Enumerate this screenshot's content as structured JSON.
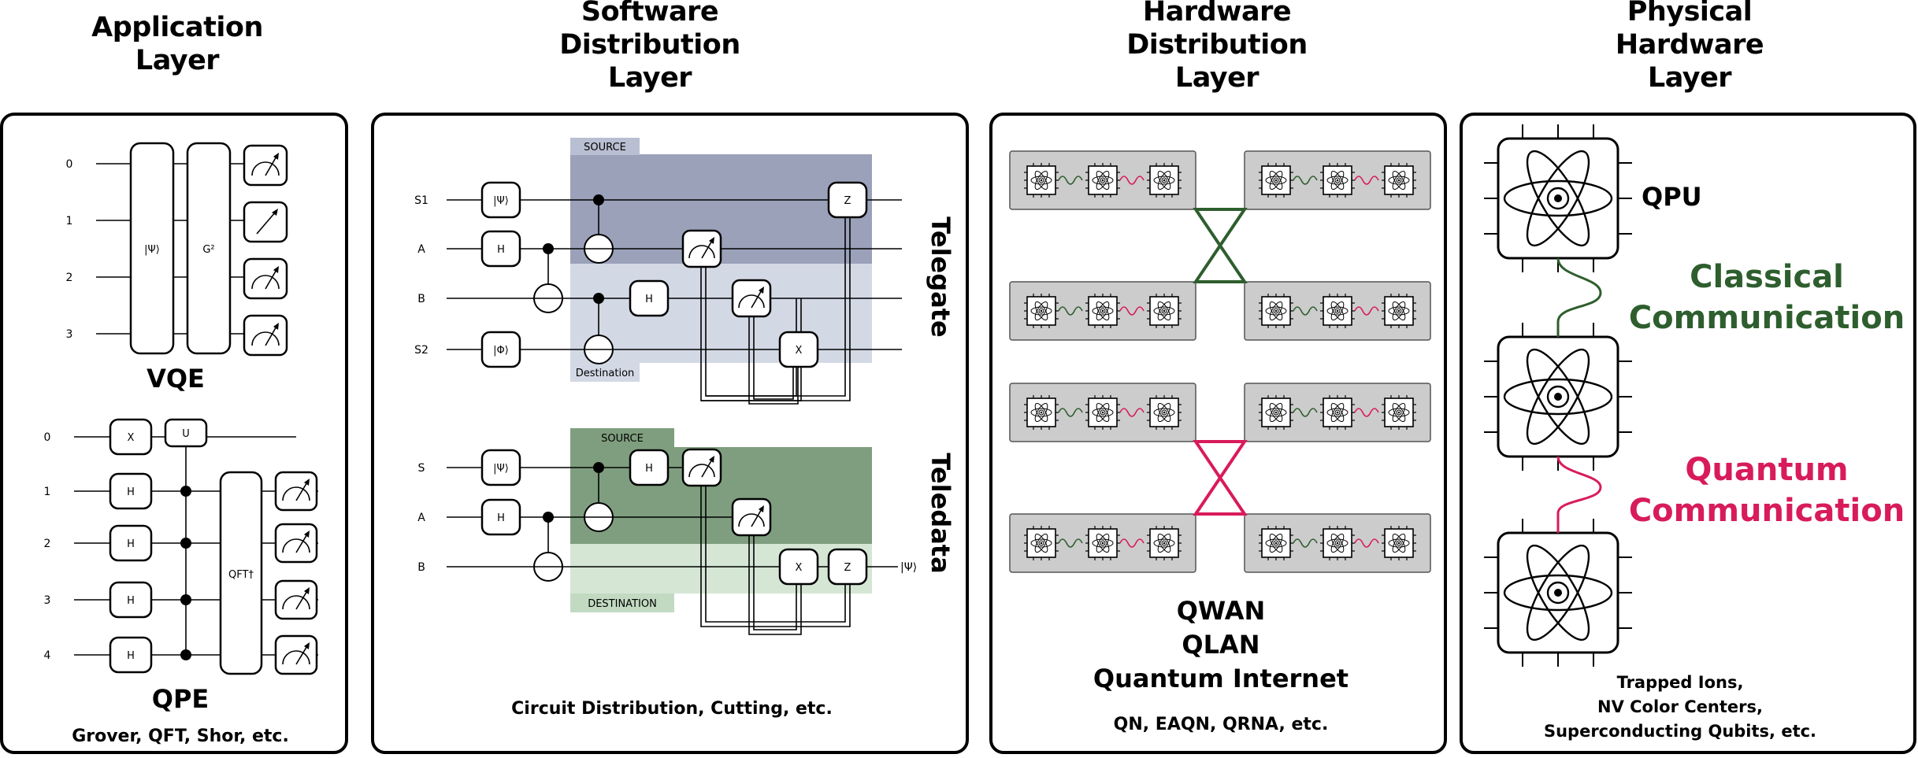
{
  "titles": {
    "application": [
      "Application",
      "Layer"
    ],
    "software": [
      "Software",
      "Distribution",
      "Layer"
    ],
    "hardware": [
      "Hardware",
      "Distribution",
      "Layer"
    ],
    "physical": [
      "Physical",
      "Hardware",
      "Layer"
    ]
  },
  "application": {
    "vqe": {
      "qubits": [
        "0",
        "1",
        "2",
        "3"
      ],
      "state_gate": "|Ψ⟩",
      "grover_gate": "G²",
      "name": "VQE"
    },
    "qpe": {
      "qubits": [
        "0",
        "1",
        "2",
        "3",
        "4"
      ],
      "x_gate": "X",
      "h_gate": "H",
      "controlled_unitary": "U",
      "qft_gate": "QFT†",
      "name": "QPE"
    },
    "caption": "Grover, QFT, Shor, etc."
  },
  "software": {
    "telegate": {
      "side_label": "Telegate",
      "qubits": [
        "S1",
        "A",
        "B",
        "S2"
      ],
      "source_tag": "SOURCE",
      "destination_tag": "Destination",
      "psi_gate": "|Ψ⟩",
      "phi_gate": "|Φ⟩",
      "h_gate": "H",
      "z_gate": "Z",
      "x_gate": "X"
    },
    "teledata": {
      "side_label": "Teledata",
      "qubits": [
        "S",
        "A",
        "B"
      ],
      "source_tag": "SOURCE",
      "destination_tag": "DESTINATION",
      "psi_gate": "|Ψ⟩",
      "h_gate": "H",
      "x_gate": "X",
      "z_gate": "Z",
      "output_state": "|Ψ⟩"
    },
    "caption": "Circuit Distribution, Cutting, etc."
  },
  "hardware": {
    "network_lines": [
      "QWAN",
      "QLAN",
      "Quantum Internet"
    ],
    "caption": "QN, EAQN, QRNA, etc."
  },
  "physical": {
    "qpu_label": "QPU",
    "classical_label": [
      "Classical",
      "Communication"
    ],
    "quantum_label": [
      "Quantum",
      "Communication"
    ],
    "caption_lines": [
      "Trapped Ions,",
      "NV Color Centers,",
      "Superconducting Qubits, etc."
    ]
  },
  "colors": {
    "classical_green": "#2e5e2e",
    "quantum_pink": "#d81b5a",
    "telegate_source": "#9aa1b9",
    "telegate_destination": "#d3d8e5",
    "telegate_tag": "#b9bfd2",
    "teledata_source": "#7f9e7f",
    "teledata_destination": "#d5e6d5",
    "teledata_tag": "#a9c4a9",
    "node_bg": "#cccccc"
  }
}
